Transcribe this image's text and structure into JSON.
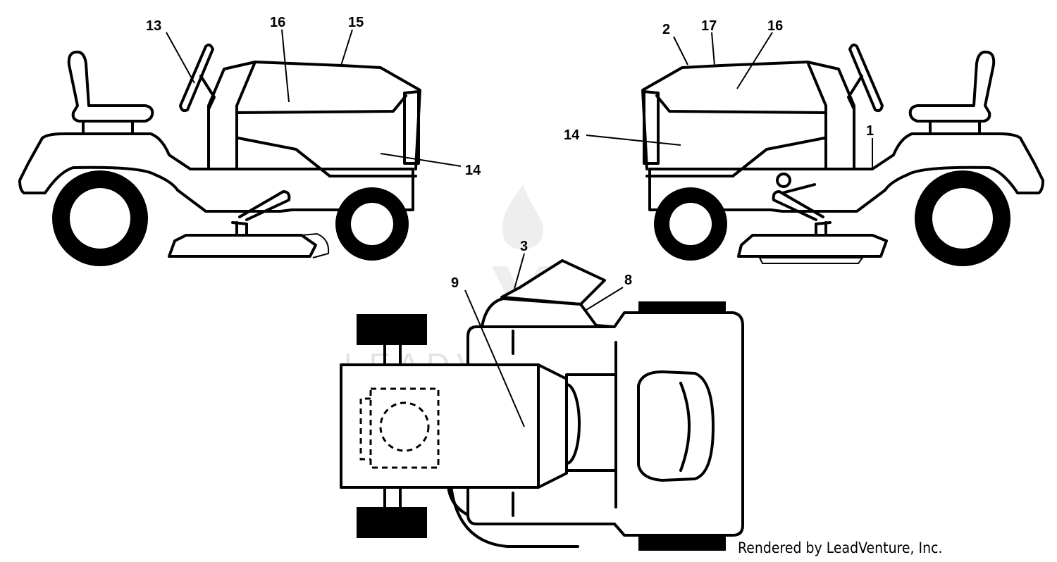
{
  "watermark": {
    "text": "LEADVENTURE",
    "color": "#e3e3e3"
  },
  "callouts": {
    "left_view": {
      "c13": "13",
      "c16": "16",
      "c15": "15",
      "c14": "14"
    },
    "right_view": {
      "c2": "2",
      "c17": "17",
      "c16": "16",
      "c14": "14",
      "c1": "1"
    },
    "top_view": {
      "c3": "3",
      "c9": "9",
      "c8": "8"
    }
  },
  "credit": "Rendered by LeadVenture, Inc."
}
